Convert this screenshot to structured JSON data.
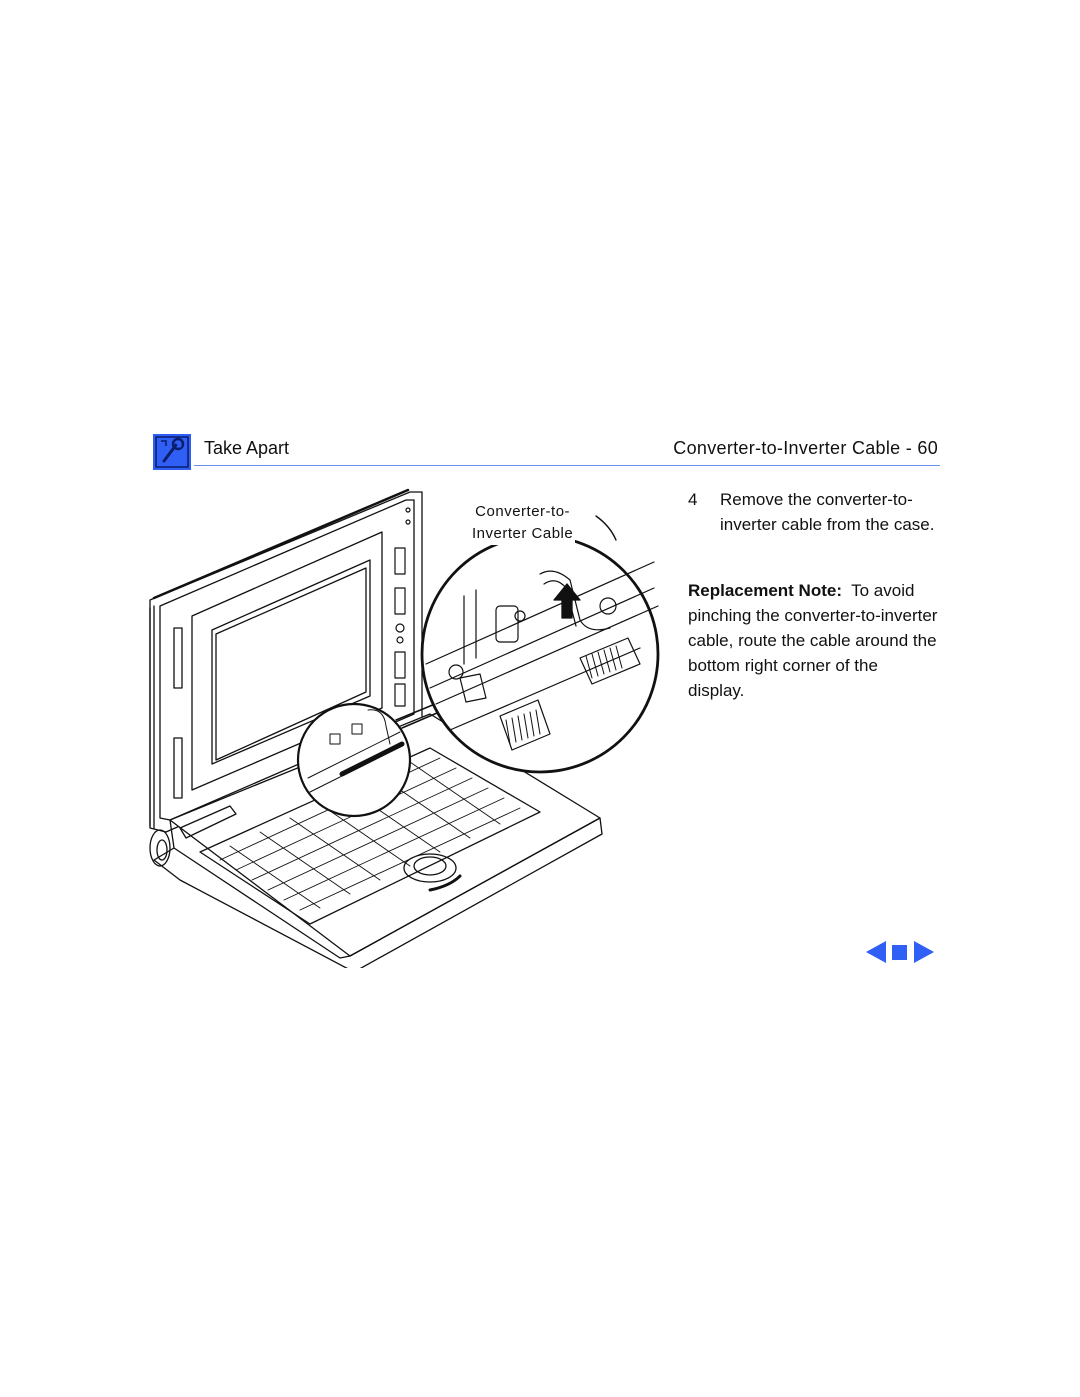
{
  "header": {
    "section": "Take Apart",
    "page_title": "Converter-to-Inverter Cable - 60",
    "chapter_icon": "wrench-tool-icon",
    "accent_color": "#2f5ff5"
  },
  "illustration": {
    "callout_line1": "Converter-to-",
    "callout_line2": "Inverter Cable"
  },
  "step": {
    "number": "4",
    "text": "Remove the converter-to-inverter cable from the case."
  },
  "note": {
    "label": "Replacement Note:",
    "text": "To avoid pinching the converter-to-inverter cable, route the cable around the bottom right corner of the display."
  },
  "navigation": {
    "prev_icon": "triangle-left-icon",
    "home_icon": "square-icon",
    "next_icon": "triangle-right-icon"
  }
}
